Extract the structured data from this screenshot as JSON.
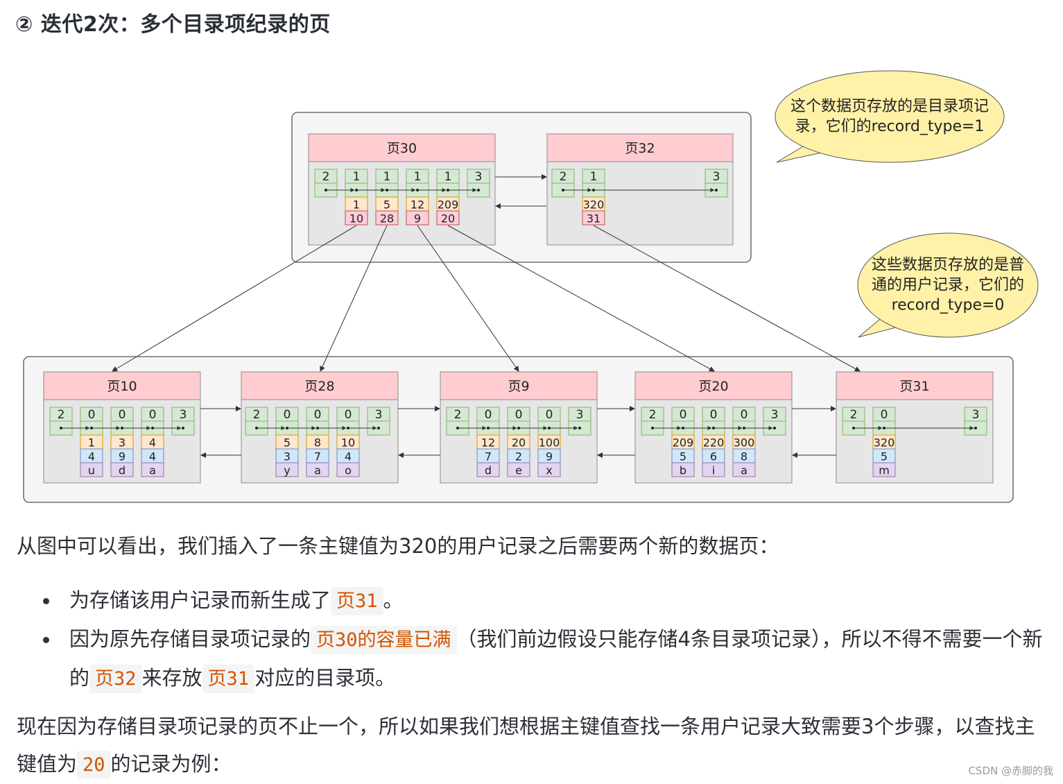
{
  "heading": "② 迭代2次：多个目录项纪录的页",
  "colors": {
    "page_header": "#ffccd1",
    "page_body": "#e6e6e6",
    "record_green": "#d5e8d4",
    "record_orange": "#ffe6cc",
    "record_blue": "#cfe6fb",
    "record_pink": "#ffccd9",
    "record_purple": "#e1d5f1",
    "callout": "#fff2a8",
    "code_text": "#d35400"
  },
  "diagram": {
    "top_pages": [
      {
        "title": "页30",
        "records": [
          {
            "type": "2"
          },
          {
            "type": "1",
            "key": "1",
            "page": "10"
          },
          {
            "type": "1",
            "key": "5",
            "page": "28"
          },
          {
            "type": "1",
            "key": "12",
            "page": "9"
          },
          {
            "type": "1",
            "key": "209",
            "page": "20"
          },
          {
            "type": "3"
          }
        ]
      },
      {
        "title": "页32",
        "records": [
          {
            "type": "2"
          },
          {
            "type": "1",
            "key": "320",
            "page": "31"
          },
          {
            "type": "3"
          }
        ]
      }
    ],
    "leaf_pages": [
      {
        "title": "页10",
        "records": [
          {
            "type": "2"
          },
          {
            "type": "0",
            "key": "1",
            "c": "4",
            "d": "u"
          },
          {
            "type": "0",
            "key": "3",
            "c": "9",
            "d": "d"
          },
          {
            "type": "0",
            "key": "4",
            "c": "4",
            "d": "a"
          },
          {
            "type": "3"
          }
        ]
      },
      {
        "title": "页28",
        "records": [
          {
            "type": "2"
          },
          {
            "type": "0",
            "key": "5",
            "c": "3",
            "d": "y"
          },
          {
            "type": "0",
            "key": "8",
            "c": "7",
            "d": "a"
          },
          {
            "type": "0",
            "key": "10",
            "c": "4",
            "d": "o"
          },
          {
            "type": "3"
          }
        ]
      },
      {
        "title": "页9",
        "records": [
          {
            "type": "2"
          },
          {
            "type": "0",
            "key": "12",
            "c": "7",
            "d": "d"
          },
          {
            "type": "0",
            "key": "20",
            "c": "2",
            "d": "e"
          },
          {
            "type": "0",
            "key": "100",
            "c": "9",
            "d": "x"
          },
          {
            "type": "3"
          }
        ]
      },
      {
        "title": "页20",
        "records": [
          {
            "type": "2"
          },
          {
            "type": "0",
            "key": "209",
            "c": "5",
            "d": "b"
          },
          {
            "type": "0",
            "key": "220",
            "c": "6",
            "d": "i"
          },
          {
            "type": "0",
            "key": "300",
            "c": "8",
            "d": "a"
          },
          {
            "type": "3"
          }
        ]
      },
      {
        "title": "页31",
        "records": [
          {
            "type": "2"
          },
          {
            "type": "0",
            "key": "320",
            "c": "5",
            "d": "m"
          },
          {
            "type": "3"
          }
        ]
      }
    ],
    "callouts": [
      {
        "lines": [
          "这个数据页存放的是目录项记",
          "录，它们的record_type=1"
        ]
      },
      {
        "lines": [
          "这些数据页存放的是普",
          "通的用户记录，它们的",
          "record_type=0"
        ]
      }
    ]
  },
  "text": {
    "p1": "从图中可以看出，我们插入了一条主键值为320的用户记录之后需要两个新的数据页：",
    "b1_pre": "为存储该用户记录而新生成了",
    "b1_code": "页31",
    "b1_post": "。",
    "b2_pre": "因为原先存储目录项记录的",
    "b2_code1": "页30的容量已满",
    "b2_mid": "（我们前边假设只能存储4条目录项记录），所以不得不需要一个新的",
    "b2_code2": "页32",
    "b2_mid2": "来存放",
    "b2_code3": "页31",
    "b2_post": "对应的目录项。",
    "p2_pre": "现在因为存储目录项记录的页不止一个，所以如果我们想根据主键值查找一条用户记录大致需要3个步骤，以查找主键值为",
    "p2_code": "20",
    "p2_post": "的记录为例："
  },
  "watermark": "CSDN @赤脚的我"
}
